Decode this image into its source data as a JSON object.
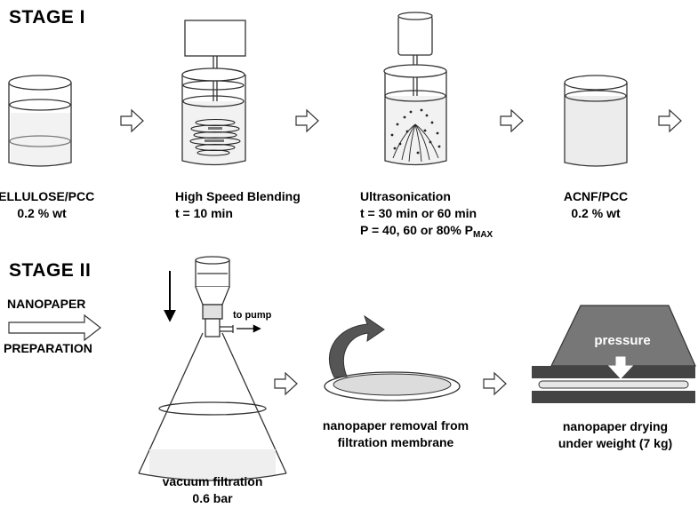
{
  "stage1": {
    "title": "STAGE I",
    "steps": [
      {
        "line1": "CELLULOSE/PCC",
        "line2": "0.2 % wt"
      },
      {
        "line1": "High Speed Blending",
        "line2": "t = 10 min"
      },
      {
        "line1": "Ultrasonication",
        "line2": "t = 30 min or 60 min",
        "line3": "P = 40, 60 or 80% P",
        "line3_sub": "MAX"
      },
      {
        "line1": "ACNF/PCC",
        "line2": "0.2 % wt"
      }
    ]
  },
  "stage2": {
    "title": "STAGE II",
    "prep_line1": "NANOPAPER",
    "prep_line2": "PREPARATION",
    "pump_label": "to pump",
    "filtration_line1": "vacuum filtration",
    "filtration_line2": "0.6 bar",
    "removal_line1": "nanopaper removal from",
    "removal_line2": "filtration membrane",
    "pressure_label": "pressure",
    "drying_line1": "nanopaper drying",
    "drying_line2": "under weight (7 kg)"
  },
  "colors": {
    "liquid": "#e9e9e9",
    "dark": "#555555",
    "pressure_fill": "#777777",
    "plate": "#444444"
  }
}
